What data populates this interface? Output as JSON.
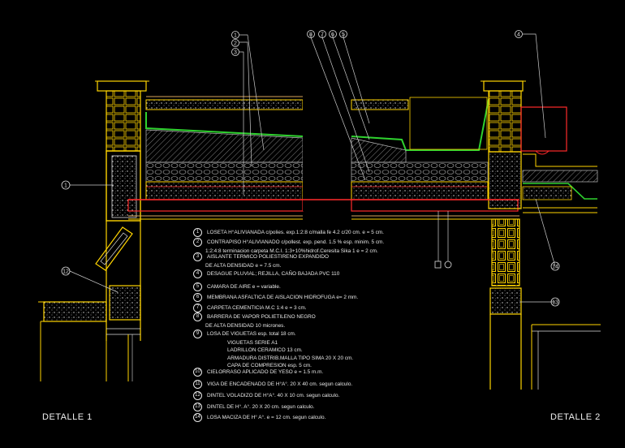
{
  "detail_labels": {
    "left": "DETALLE 1",
    "right": "DETALLE 2"
  },
  "top_callouts": [
    "1",
    "2",
    "3",
    "8",
    "7",
    "6",
    "5",
    "4"
  ],
  "side_callouts": {
    "left_upper": "1",
    "left_lower": "12",
    "right_upper": "14",
    "right_lower": "13"
  },
  "notes": [
    {
      "num": "1",
      "text": "LOSETA H°ALIVIANADA c/polies. exp.1:2:8 c/malla fe 4.2 c/20 cm. e = 5 cm.",
      "extra": ""
    },
    {
      "num": "2",
      "text": "CONTRAPISO H°ALIVIANADO c/pollest. exp. pend. 1.5 % esp. minim. 5 cm.",
      "extra": "1:2:4:8  terminacion carpeta M.C.I. 1:3+10%hidrof.Ceresita Sika 1 e = 2 cm."
    },
    {
      "num": "3",
      "text": "AISLANTE TERMICO POLIESTIRENO EXPANDIDO",
      "extra": "DE ALTA DENSIDAD  e = 7.5 cm."
    },
    {
      "num": "4",
      "text": "DESAGUE PLUVIAL; REJILLA, CAÑO BAJADA PVC 110",
      "extra": ""
    },
    {
      "num": "5",
      "text": "CAMARA DE AIRE  e = variable.",
      "extra": ""
    },
    {
      "num": "6",
      "text": "MEMBRANA ASFALTICA DE AISLACION HIDROFUGA  e= 2 mm.",
      "extra": ""
    },
    {
      "num": "7",
      "text": "CARPETA CEMENTICIA M.C 1:4  e = 3 cm.",
      "extra": ""
    },
    {
      "num": "8",
      "text": "BARRERA DE VAPOR POLIETILENO NEGRO",
      "extra": "DE ALTA DENSIDAD 10 micrones."
    },
    {
      "num": "9",
      "text": "LOSA DE VIGUETAS  esp. total 18 cm.",
      "extra": "VIGUETAS SERIE A1|LADRILLON CERAMICO 13 cm.|ARMADURA DISTRIB.MALLA TIPO SIMA 20 X 20 cm.|CAPA DE COMPRESION  esp. 5 cm."
    },
    {
      "num": "10",
      "text": "CIELORRASO APLICADO DE YESO  e = 1.5 m.m.",
      "extra": ""
    },
    {
      "num": "11",
      "text": "VIGA DE ENCADENADO DE H°A°. 20 X 40 cm. segun calculo.",
      "extra": ""
    },
    {
      "num": "12",
      "text": "DINTEL VOLADIZO DE H°A°. 40 X 10 cm. segun calculo.",
      "extra": ""
    },
    {
      "num": "13",
      "text": "DINTEL  DE  H°. A°. 20 X 20 cm. segun calculo.",
      "extra": ""
    },
    {
      "num": "14",
      "text": "LOSA MACIZA DE H° A°.  e = 12 cm. segun calculo.",
      "extra": ""
    }
  ],
  "colors": {
    "background": "#000000",
    "wall_outline": "#ffd400",
    "membrane": "#2fd22f",
    "pipe": "#ff2a2a",
    "insulation": "#c0c0c0",
    "timber": "#d8a35a",
    "leader": "#cccccc"
  }
}
